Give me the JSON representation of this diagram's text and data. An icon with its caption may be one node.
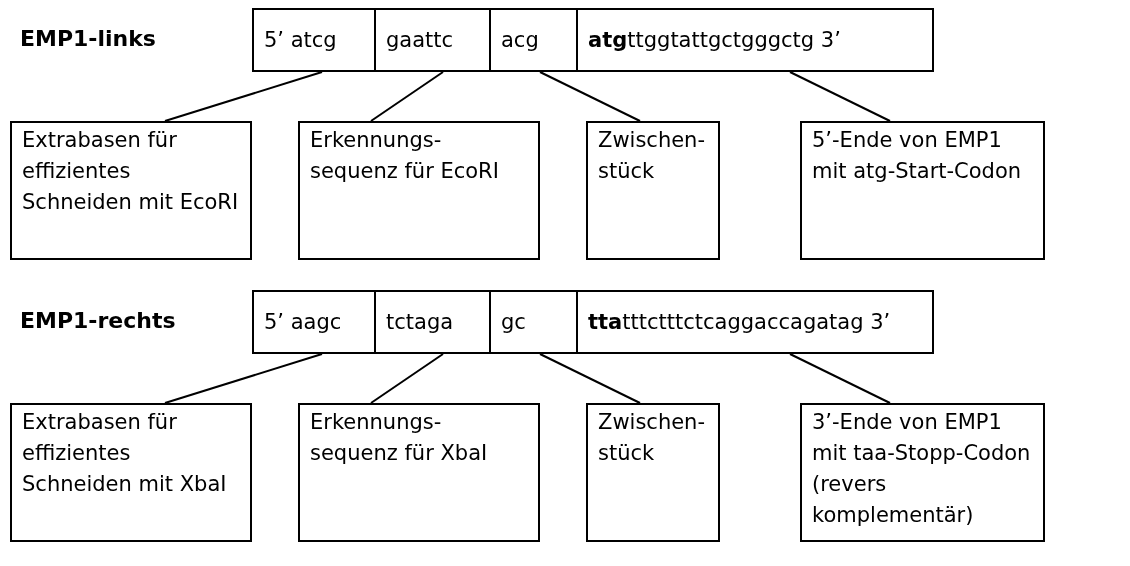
{
  "diagram": {
    "nodes": [
      {
        "text": [
          "5’ atcg"
        ]
      },
      {
        "text": [
          "gaattc"
        ]
      },
      {
        "text": [
          "acg"
        ]
      },
      {
        "text": [
          "**atg**ttggtattgctgggctg 3’"
        ]
      },
      {
        "text": [
          "Extrabasen für effizientes Schneiden mit EcoRI"
        ]
      },
      {
        "text": [
          "Erkennungs- sequenz für EcoRI"
        ]
      },
      {
        "text": [
          "Zwischen- stück"
        ]
      },
      {
        "text": [
          "5’-Ende von EMP1 mit atg-Start-Codon"
        ]
      },
      {
        "text": [
          "5’ aagc"
        ]
      },
      {
        "text": [
          "tctaga"
        ]
      },
      {
        "text": [
          "gc"
        ]
      },
      {
        "text": [
          "**tta**tttctttctcaggaccagatag 3’"
        ]
      },
      {
        "text": [
          "Extrabasen für effizientes Schneiden mit XbaI"
        ]
      },
      {
        "text": [
          "Erkennungs- sequenz für XbaI"
        ]
      },
      {
        "text": [
          "Zwischen- stück"
        ]
      },
      {
        "text": [
          "3’-Ende von EMP1 mit taa-Stopp-Codon (revers komplementär)"
        ]
      }
    ],
    "edges": [
      {
        "from": 0,
        "to": 4,
        "arrow": "none"
      },
      {
        "from": 1,
        "to": 5,
        "arrow": "none"
      },
      {
        "from": 2,
        "to": 6,
        "arrow": "none"
      },
      {
        "from": 3,
        "to": 7,
        "arrow": "none"
      },
      {
        "from": 8,
        "to": 12,
        "arrow": "none"
      },
      {
        "from": 9,
        "to": 13,
        "arrow": "none"
      },
      {
        "from": 10,
        "to": 14,
        "arrow": "none"
      },
      {
        "from": 11,
        "to": 15,
        "arrow": "none"
      }
    ],
    "labels": [
      "EMP1-links",
      "EMP1-rechts"
    ]
  }
}
